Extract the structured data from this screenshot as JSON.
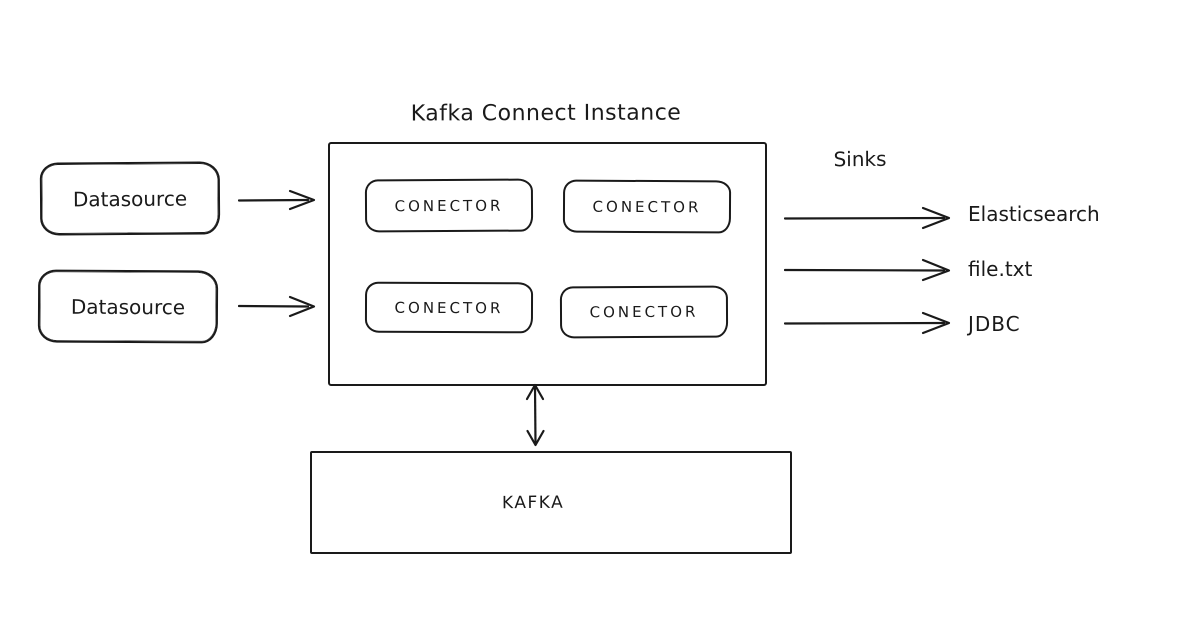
{
  "diagram": {
    "title": "Kafka Connect Instance",
    "colors": {
      "stroke": "#1a1a1a",
      "background": "#ffffff"
    }
  },
  "datasources": [
    {
      "label": "Datasource"
    },
    {
      "label": "Datasource"
    }
  ],
  "connect_instance": {
    "connectors": [
      {
        "label": "CONECTOR"
      },
      {
        "label": "CONECTOR"
      },
      {
        "label": "CONECTOR"
      },
      {
        "label": "CONECTOR"
      }
    ]
  },
  "sinks": {
    "heading": "Sinks",
    "targets": [
      {
        "label": "Elasticsearch"
      },
      {
        "label": "file.txt"
      },
      {
        "label": "JDBC"
      }
    ]
  },
  "kafka": {
    "label": "KAFKA"
  }
}
